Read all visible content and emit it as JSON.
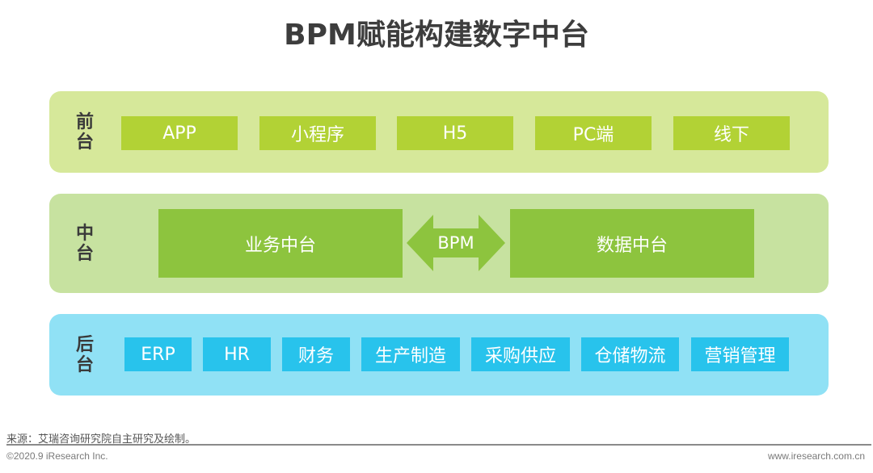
{
  "title": "BPM赋能构建数字中台",
  "layers": {
    "front": {
      "label": "前台",
      "color": "#d6e89a",
      "box_color": "#b2d235",
      "items": [
        "APP",
        "小程序",
        "H5",
        "PC端",
        "线下"
      ]
    },
    "middle": {
      "label": "中台",
      "color": "#c7e2a0",
      "box_color": "#8dc43e",
      "left_item": "业务中台",
      "connector": "BPM",
      "right_item": "数据中台"
    },
    "back": {
      "label": "后台",
      "color": "#90e1f5",
      "box_color": "#28c3ec",
      "items": [
        "ERP",
        "HR",
        "财务",
        "生产制造",
        "采购供应",
        "仓储物流",
        "营销管理"
      ]
    }
  },
  "footer": {
    "source": "来源：艾瑞咨询研究院自主研究及绘制。",
    "copyright": "©2020.9 iResearch Inc.",
    "website": "www.iresearch.com.cn"
  }
}
